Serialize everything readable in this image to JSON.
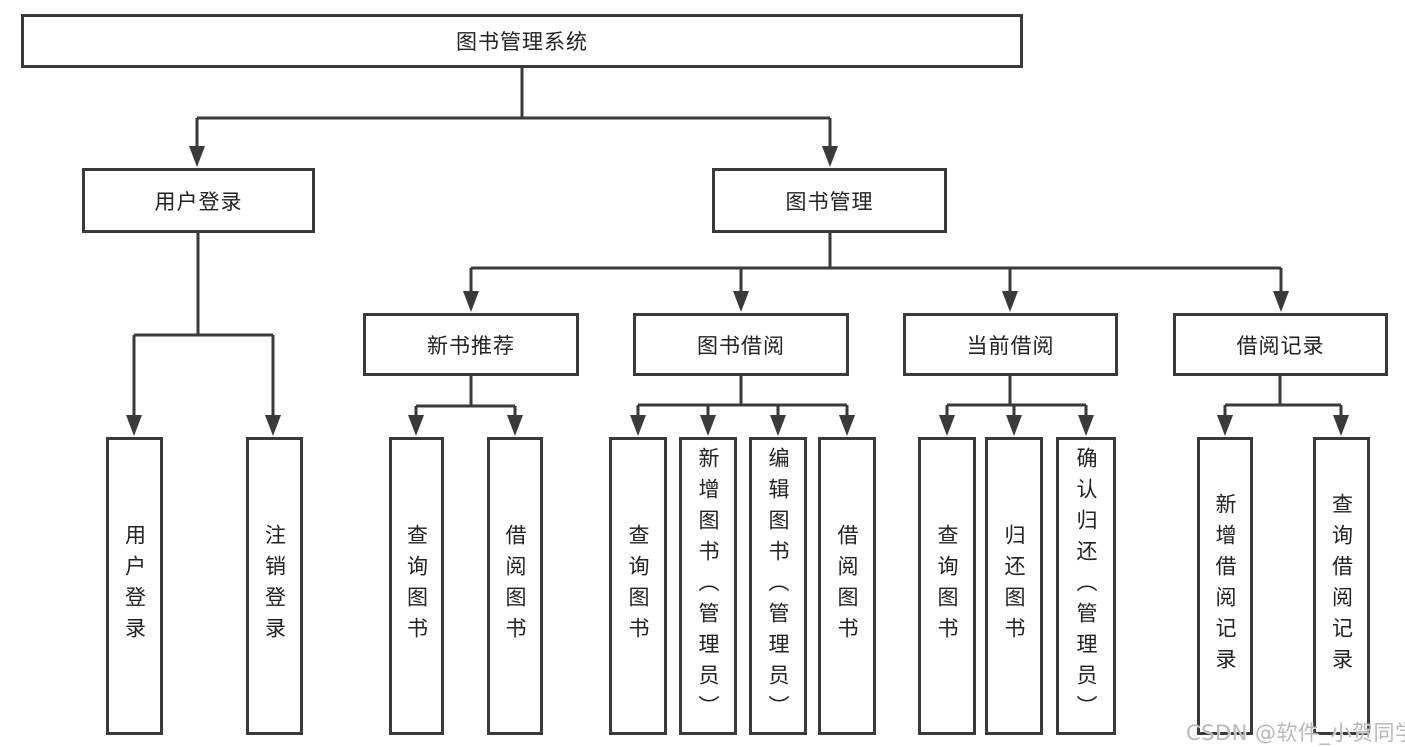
{
  "colors": {
    "line": "#3a3a3a",
    "box_border": "#3a3a3a",
    "box_background": "#ffffff",
    "text": "#222222",
    "watermark": "#b9b9b9",
    "background": "#ffffff"
  },
  "tree": {
    "root": {
      "label": "图书管理系统"
    },
    "level2": [
      {
        "label": "用户登录",
        "parent": "图书管理系统"
      },
      {
        "label": "图书管理",
        "parent": "图书管理系统"
      }
    ],
    "level3": [
      {
        "label": "新书推荐",
        "parent": "图书管理"
      },
      {
        "label": "图书借阅",
        "parent": "图书管理"
      },
      {
        "label": "当前借阅",
        "parent": "图书管理"
      },
      {
        "label": "借阅记录",
        "parent": "图书管理"
      }
    ],
    "level4": [
      {
        "label": "用户登录",
        "parent": "用户登录"
      },
      {
        "label": "注销登录",
        "parent": "用户登录"
      },
      {
        "label": "查询图书",
        "parent": "新书推荐"
      },
      {
        "label": "借阅图书",
        "parent": "新书推荐"
      },
      {
        "label": "查询图书",
        "parent": "图书借阅"
      },
      {
        "label": "新增图书（管理员）",
        "parent": "图书借阅"
      },
      {
        "label": "编辑图书（管理员）",
        "parent": "图书借阅"
      },
      {
        "label": "借阅图书",
        "parent": "图书借阅"
      },
      {
        "label": "查询图书",
        "parent": "当前借阅"
      },
      {
        "label": "归还图书",
        "parent": "当前借阅"
      },
      {
        "label": "确认归还（管理员）",
        "parent": "当前借阅"
      },
      {
        "label": "新增借阅记录",
        "parent": "借阅记录"
      },
      {
        "label": "查询借阅记录",
        "parent": "借阅记录"
      }
    ]
  },
  "watermark": {
    "text": "CSDN @软件_小贺同学"
  }
}
